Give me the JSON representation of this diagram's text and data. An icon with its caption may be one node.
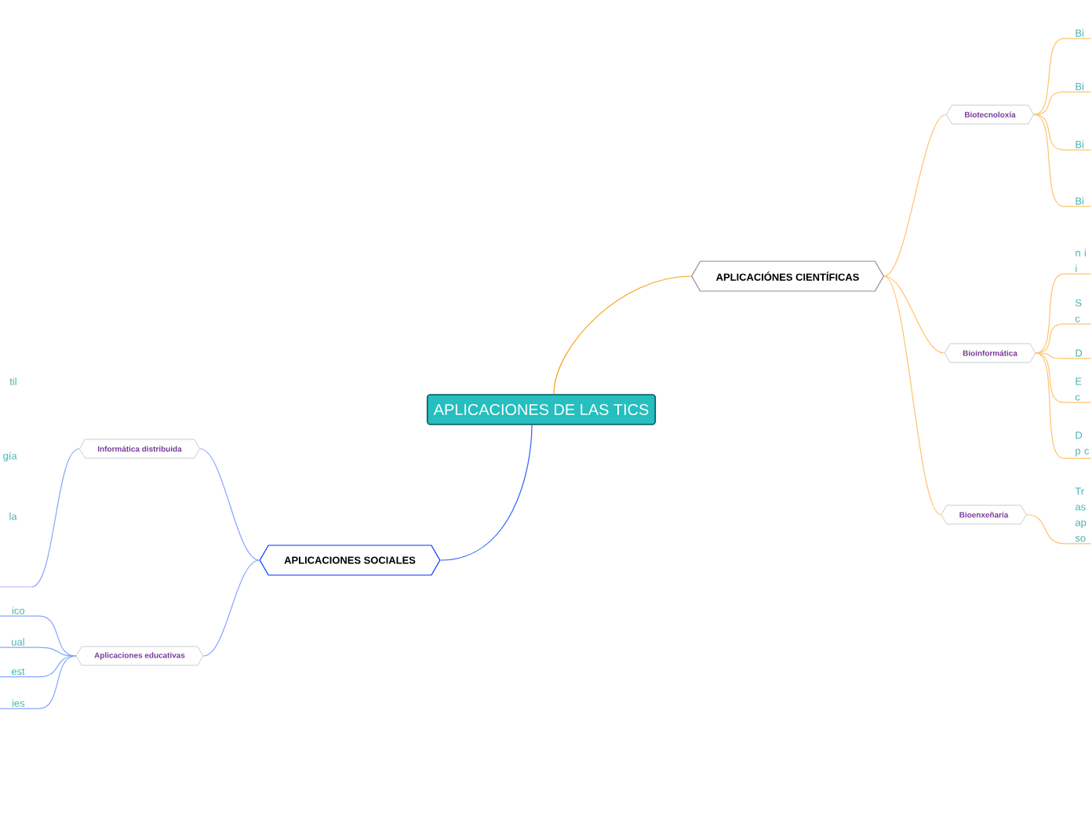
{
  "diagram": {
    "nodes": [
      {
        "text": [
          "APLICACIONES DE LAS TICS"
        ]
      },
      {
        "text": [
          "APLICACIÓNES CIENTÍFICAS"
        ]
      },
      {
        "text": [
          "Biotecnoloxía"
        ]
      },
      {
        "text": [
          "Bi"
        ]
      },
      {
        "text": [
          "Bi"
        ]
      },
      {
        "text": [
          "Bi"
        ]
      },
      {
        "text": [
          "Bi"
        ]
      },
      {
        "text": [
          "Bioinformática"
        ]
      },
      {
        "text": [
          "n i i"
        ]
      },
      {
        "text": [
          "S c"
        ]
      },
      {
        "text": [
          "D"
        ]
      },
      {
        "text": [
          "E c"
        ]
      },
      {
        "text": [
          "D p c"
        ]
      },
      {
        "text": [
          "Bioenxeñaría"
        ]
      },
      {
        "text": [
          "Tr as ap so"
        ]
      },
      {
        "text": [
          "APLICACIONES SOCIALES"
        ]
      },
      {
        "text": [
          "Informática distribuida"
        ]
      },
      {
        "text": [],
        "shape": "bar"
      },
      {
        "text": [
          "Aplicaciones educativas"
        ]
      },
      {
        "text": [
          "ico"
        ]
      },
      {
        "text": [
          "ual"
        ]
      },
      {
        "text": [
          "est"
        ]
      },
      {
        "text": [
          "ies"
        ]
      }
    ],
    "edges": [
      {
        "from": 0,
        "to": 1,
        "arrow": "none",
        "color": "#f7a21b"
      },
      {
        "from": 1,
        "to": 2,
        "arrow": "none"
      },
      {
        "from": 2,
        "to": 3,
        "arrow": "none"
      },
      {
        "from": 2,
        "to": 4,
        "arrow": "none"
      },
      {
        "from": 2,
        "to": 5,
        "arrow": "none"
      },
      {
        "from": 2,
        "to": 6,
        "arrow": "none"
      },
      {
        "from": 1,
        "to": 7,
        "arrow": "none"
      },
      {
        "from": 7,
        "to": 8,
        "arrow": "none"
      },
      {
        "from": 7,
        "to": 9,
        "arrow": "none"
      },
      {
        "from": 7,
        "to": 10,
        "arrow": "none"
      },
      {
        "from": 7,
        "to": 11,
        "arrow": "none"
      },
      {
        "from": 7,
        "to": 12,
        "arrow": "none"
      },
      {
        "from": 1,
        "to": 13,
        "arrow": "none"
      },
      {
        "from": 13,
        "to": 14,
        "arrow": "none"
      },
      {
        "from": 0,
        "to": 15,
        "arrow": "none",
        "color": "#2f62f5"
      },
      {
        "from": 15,
        "to": 16,
        "arrow": "none",
        "color": "#84a6ff"
      },
      {
        "from": 16,
        "to": 17,
        "arrow": "none",
        "color": "#84a6ff"
      },
      {
        "from": 15,
        "to": 18,
        "arrow": "none",
        "color": "#84a6ff"
      },
      {
        "from": 18,
        "to": 19,
        "arrow": "none",
        "color": "#84a6ff"
      },
      {
        "from": 18,
        "to": 20,
        "arrow": "none",
        "color": "#84a6ff"
      },
      {
        "from": 18,
        "to": 21,
        "arrow": "none",
        "color": "#84a6ff"
      },
      {
        "from": 18,
        "to": 22,
        "arrow": "none",
        "color": "#84a6ff"
      }
    ],
    "labels": [
      "til",
      "gía",
      "la"
    ]
  }
}
